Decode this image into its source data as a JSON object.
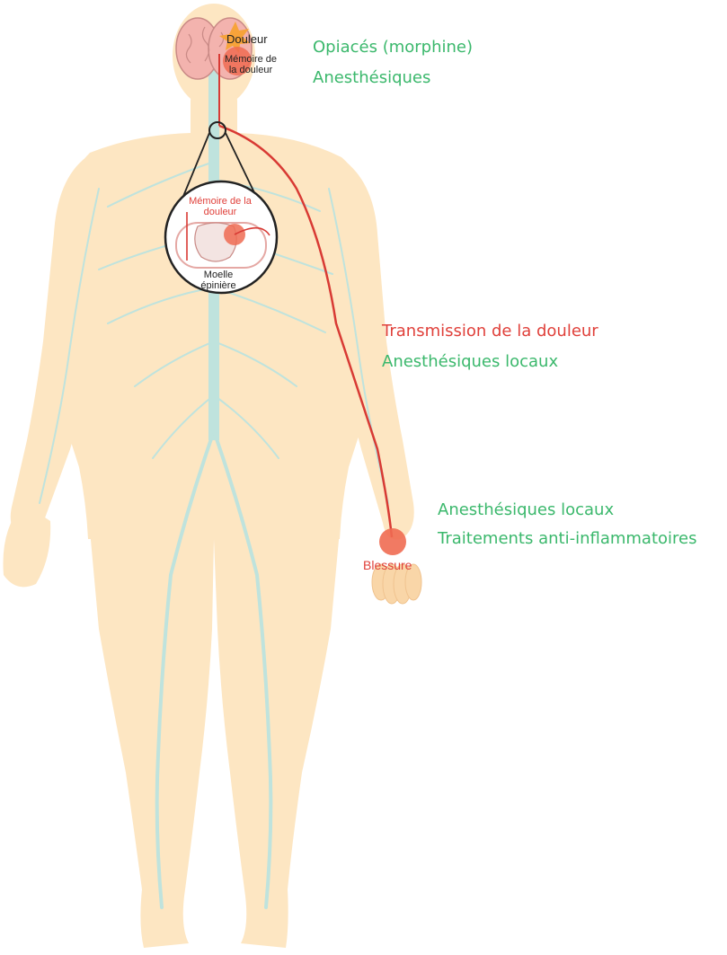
{
  "colors": {
    "skin": "#fde6c2",
    "nerve": "#bfe3dd",
    "pain_path": "#d83a34",
    "annotation_green": "#3bb86c",
    "annotation_red": "#e0403a"
  },
  "brain_labels": {
    "pain": "Douleur",
    "pain_memory": "Mémoire de la douleur"
  },
  "brain_treatments": [
    "Opiacés (morphine)",
    "Anesthésiques"
  ],
  "spinal_inset": {
    "memory_label": "Mémoire de la douleur",
    "cord_label": "Moelle épinière"
  },
  "transmission": {
    "title": "Transmission de la douleur",
    "treatment": "Anesthésiques locaux"
  },
  "injury": {
    "label": "Blessure",
    "treatments": [
      "Anesthésiques locaux",
      "Traitements anti-inflammatoires"
    ]
  }
}
